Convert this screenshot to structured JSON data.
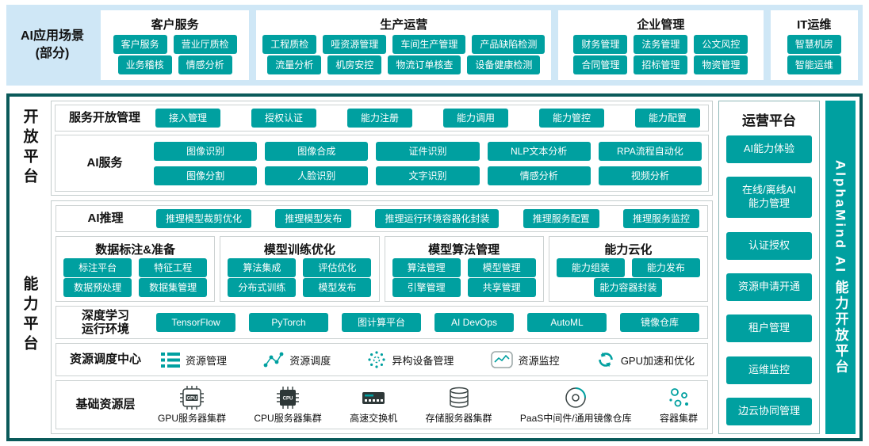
{
  "colors": {
    "accent_teal": "#00a0a0",
    "container_border": "#0a5a5a",
    "top_band_blue": "#cfe7f6"
  },
  "top": {
    "label_line1": "AI应用场景",
    "label_line2": "(部分)",
    "groups": [
      {
        "title": "客户服务",
        "rows": [
          [
            "客户服务",
            "营业厅质检"
          ],
          [
            "业务稽核",
            "情感分析"
          ]
        ]
      },
      {
        "title": "生产运营",
        "rows": [
          [
            "工程质检",
            "哑资源管理",
            "车间生产管理",
            "产品缺陷检测"
          ],
          [
            "流量分析",
            "机房安控",
            "物流订单核查",
            "设备健康检测"
          ]
        ]
      },
      {
        "title": "企业管理",
        "rows": [
          [
            "财务管理",
            "法务管理",
            "公文风控"
          ],
          [
            "合同管理",
            "招标管理",
            "物资管理"
          ]
        ]
      },
      {
        "title": "IT运维",
        "rows": [
          [
            "智慧机房"
          ],
          [
            "智能运维"
          ]
        ]
      }
    ]
  },
  "open_platform": {
    "side_label": "开放平台",
    "service_mgmt": {
      "title": "服务开放管理",
      "items": [
        "接入管理",
        "授权认证",
        "能力注册",
        "能力调用",
        "能力管控",
        "能力配置"
      ]
    },
    "ai_services": {
      "title": "AI服务",
      "items": [
        "图像识别",
        "图像合成",
        "证件识别",
        "NLP文本分析",
        "RPA流程自动化",
        "图像分割",
        "人脸识别",
        "文字识别",
        "情感分析",
        "视频分析"
      ]
    }
  },
  "capability_platform": {
    "side_label": "能力平台",
    "ai_inference": {
      "title": "AI推理",
      "items": [
        "推理模型裁剪优化",
        "推理模型发布",
        "推理运行环境容器化封装",
        "推理服务配置",
        "推理服务监控"
      ]
    },
    "sub_groups": [
      {
        "title": "数据标注&准备",
        "rows": [
          [
            "标注平台",
            "特征工程"
          ],
          [
            "数据预处理",
            "数据集管理"
          ]
        ]
      },
      {
        "title": "模型训练优化",
        "rows": [
          [
            "算法集成",
            "评估优化"
          ],
          [
            "分布式训练",
            "模型发布"
          ]
        ]
      },
      {
        "title": "模型算法管理",
        "rows": [
          [
            "算法管理",
            "模型管理"
          ],
          [
            "引擎管理",
            "共享管理"
          ]
        ]
      },
      {
        "title": "能力云化",
        "rows": [
          [
            "能力组装",
            "能力发布"
          ],
          [
            "能力容器封装"
          ]
        ]
      }
    ],
    "dl_runtime": {
      "title_line1": "深度学习",
      "title_line2": "运行环境",
      "items": [
        "TensorFlow",
        "PyTorch",
        "图计算平台",
        "AI DevOps",
        "AutoML",
        "镜像仓库"
      ]
    },
    "scheduling": {
      "title": "资源调度中心",
      "items": [
        {
          "icon": "list-icon",
          "label": "资源管理"
        },
        {
          "icon": "network-icon",
          "label": "资源调度"
        },
        {
          "icon": "heterogeneous-devices-icon",
          "label": "异构设备管理"
        },
        {
          "icon": "monitor-chart-icon",
          "label": "资源监控"
        },
        {
          "icon": "gpu-sync-icon",
          "label": "GPU加速和优化"
        }
      ]
    },
    "infrastructure": {
      "title": "基础资源层",
      "items": [
        {
          "icon": "gpu-chip-icon",
          "label": "GPU服务器集群"
        },
        {
          "icon": "cpu-chip-icon",
          "label": "CPU服务器集群"
        },
        {
          "icon": "switch-icon",
          "label": "高速交换机"
        },
        {
          "icon": "storage-icon",
          "label": "存储服务器集群"
        },
        {
          "icon": "disc-icon",
          "label": "PaaS中间件/通用镜像仓库"
        },
        {
          "icon": "container-cluster-icon",
          "label": "容器集群"
        }
      ]
    }
  },
  "operations_platform": {
    "title": "运营平台",
    "items": [
      "AI能力体验",
      "在线/离线AI\n能力管理",
      "认证授权",
      "资源申请开通",
      "租户管理",
      "运维监控",
      "边云协同管理"
    ]
  },
  "brand_bar": {
    "text": "AlphaMind AI 能力开放平台"
  }
}
